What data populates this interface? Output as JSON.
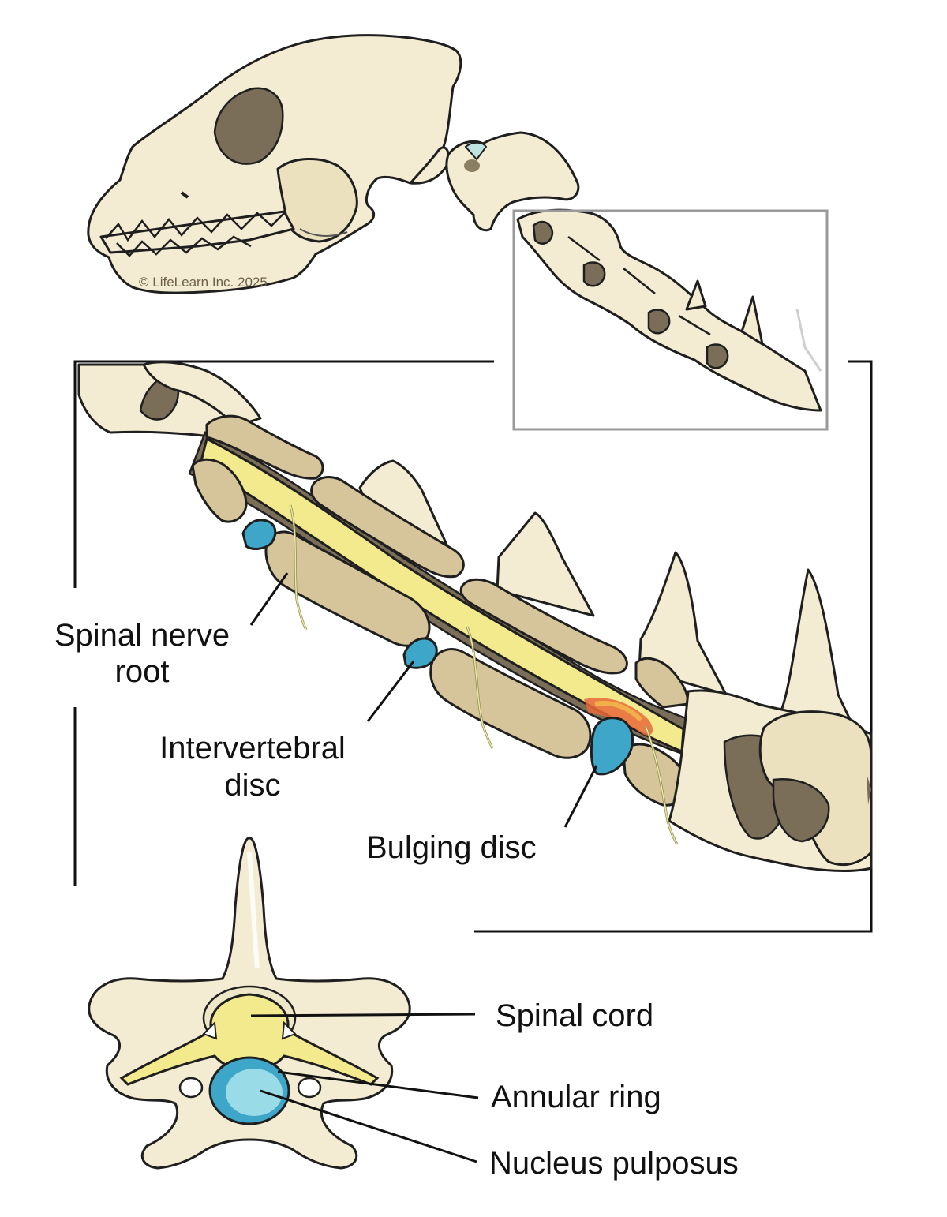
{
  "copyright": "© LifeLearn Inc. 2025",
  "labels": {
    "spinal_nerve_root_line1": "Spinal nerve",
    "spinal_nerve_root_line2": "root",
    "intervertebral_disc_line1": "Intervertebral",
    "intervertebral_disc_line2": "disc",
    "bulging_disc": "Bulging disc",
    "spinal_cord": "Spinal cord",
    "annular_ring": "Annular ring",
    "nucleus_pulposus": "Nucleus pulposus"
  },
  "colors": {
    "bone": "#f3ecd3",
    "vertebral_body": "#d6c49a",
    "spinal_cord": "#f2ea8c",
    "disc": "#3ea7c9",
    "nucleus": "#9adbe8",
    "inflammation": "#e9683a"
  }
}
